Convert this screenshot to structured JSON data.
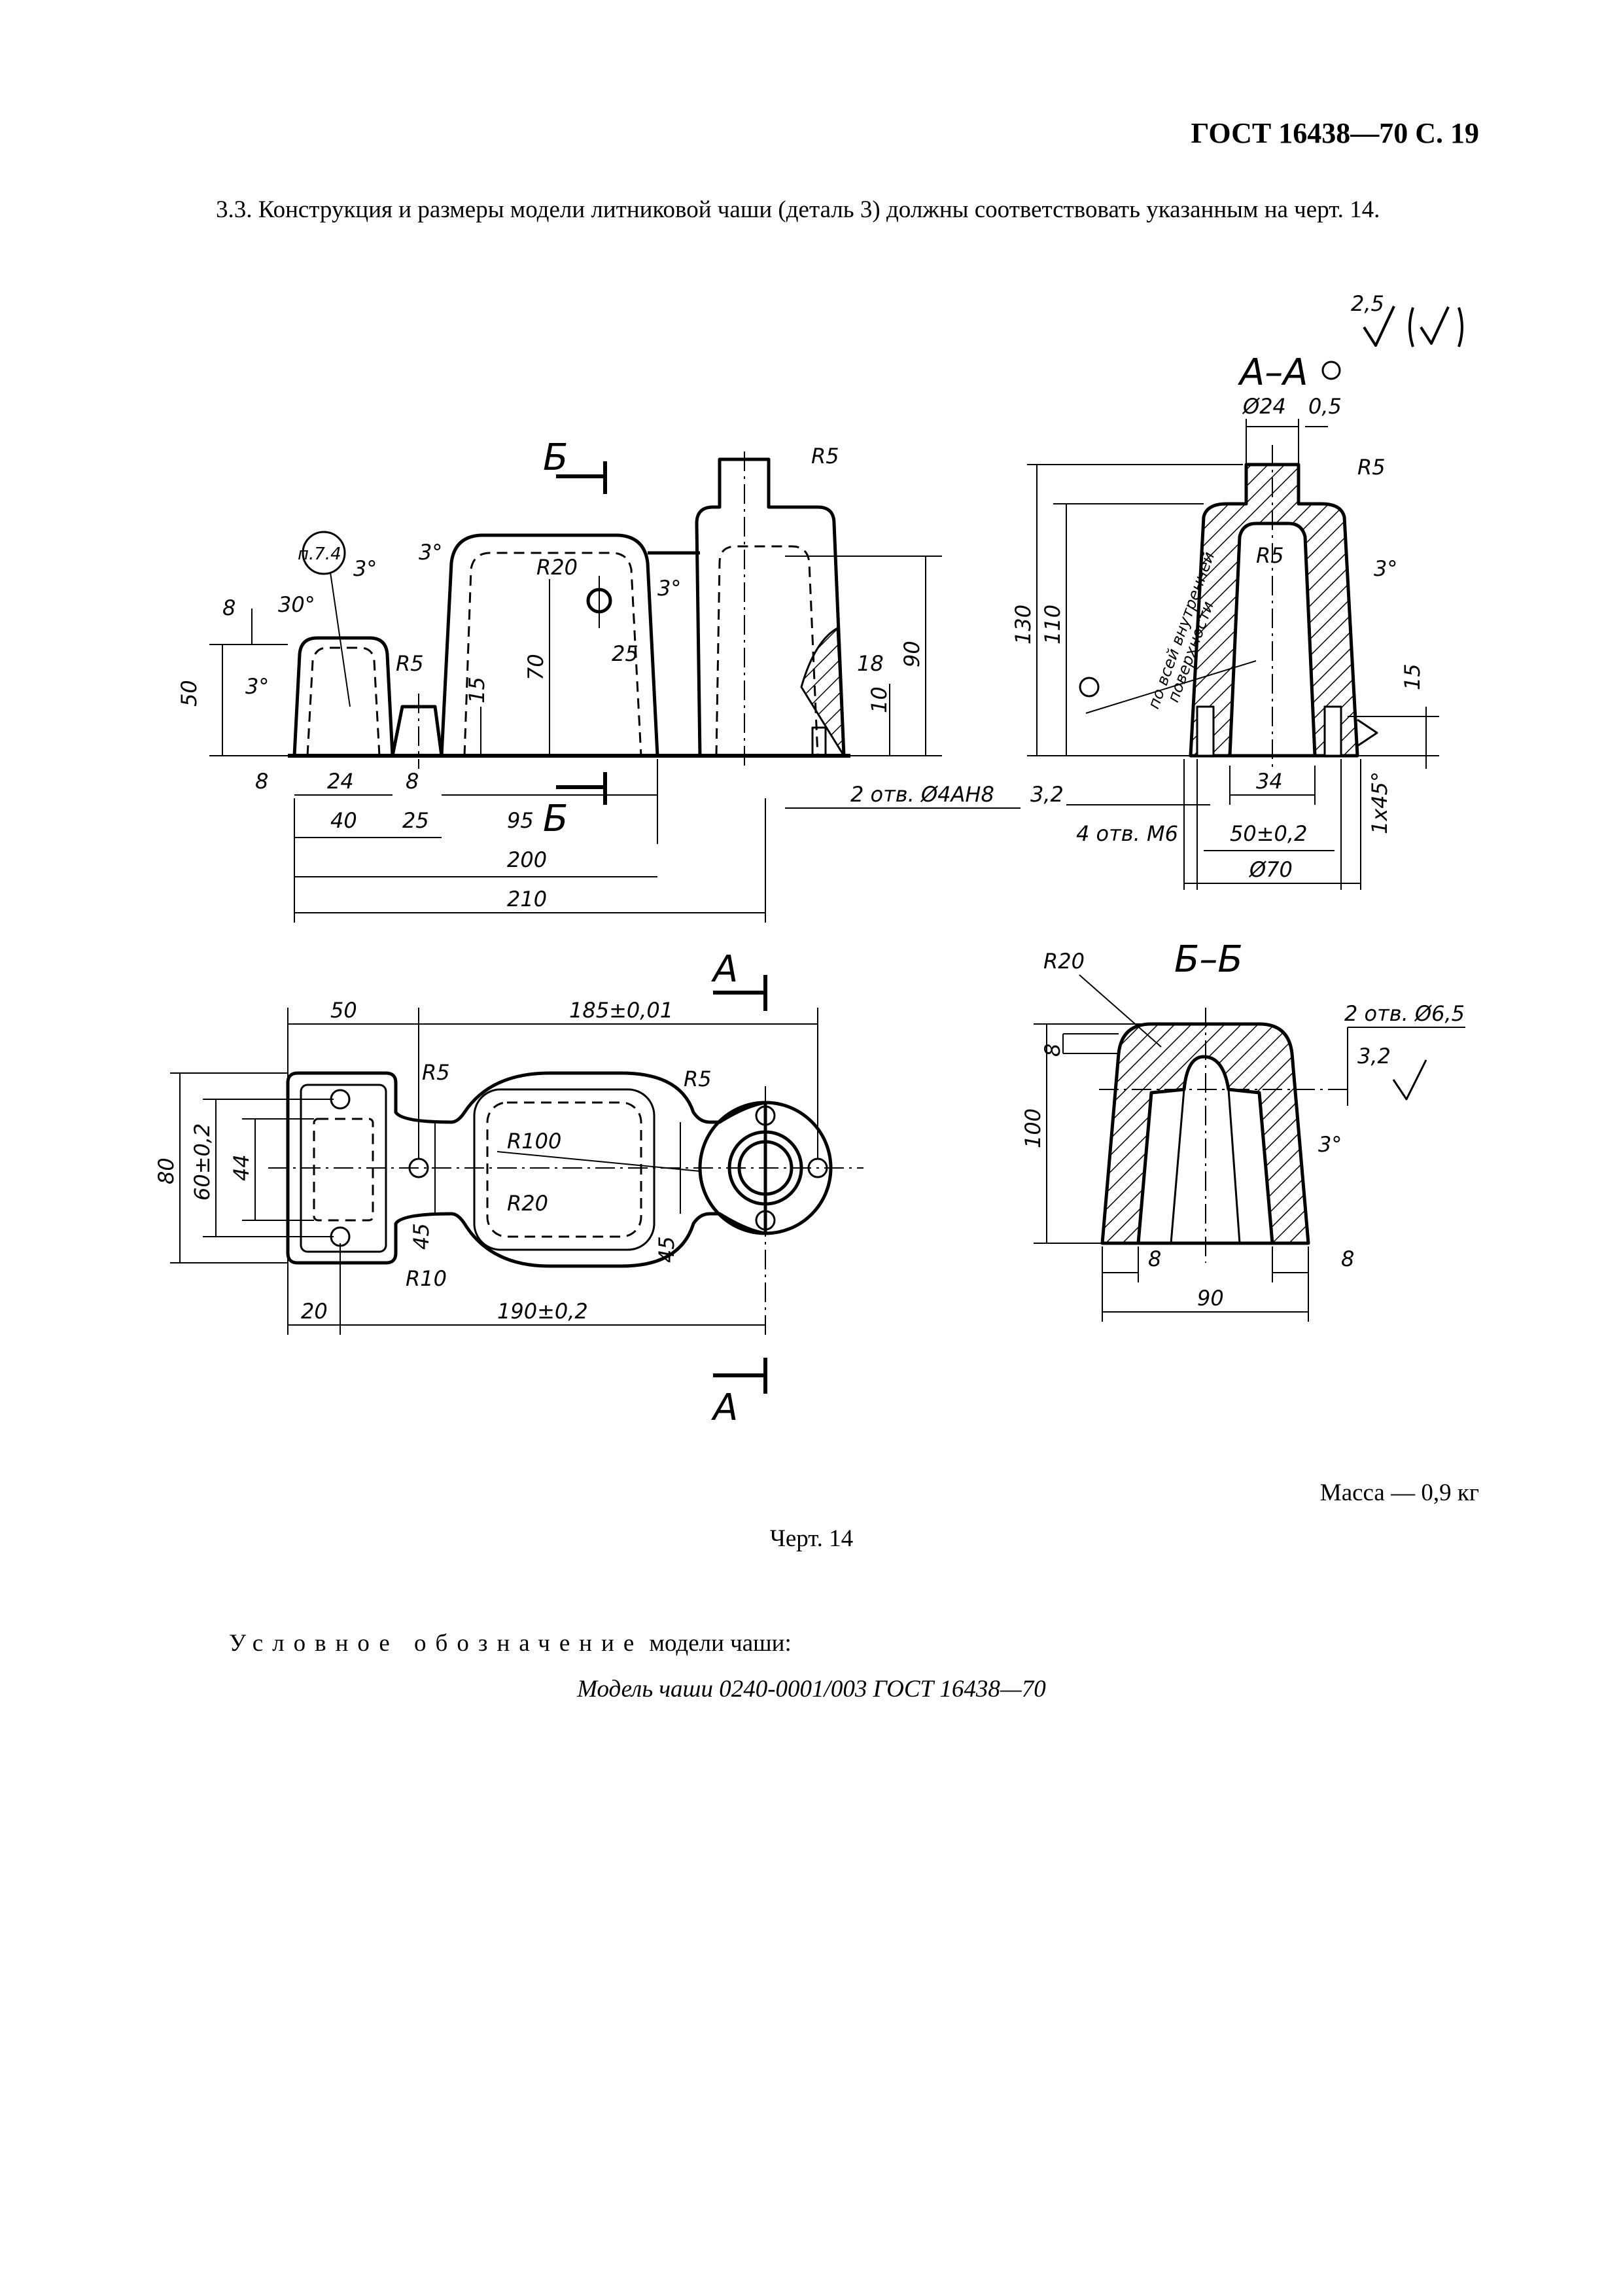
{
  "header": "ГОСТ 16438—70 С. 19",
  "paragraph": "3.3. Конструкция и размеры модели литниковой чаши (деталь 3) должны соответствовать указанным на черт. 14.",
  "drawing": {
    "roughness_general": "2,5",
    "section_aa": "А–А",
    "section_bb": "Б–Б",
    "cut_a": "А",
    "cut_b": "Б",
    "ref_note": "п.7.4",
    "inner_note_1": "по всей внутренней",
    "inner_note_2": "поверхности",
    "front_dims": [
      "8",
      "50",
      "30°",
      "3°",
      "3°",
      "3°",
      "R5",
      "R20",
      "70",
      "15",
      "25",
      "3°",
      "R5",
      "90",
      "18",
      "10",
      "8",
      "24",
      "8",
      "40",
      "25",
      "95",
      "200",
      "210",
      "2 отв. Ø4АН8"
    ],
    "aa_dims": [
      "Ø24",
      "0,5",
      "R5",
      "R5",
      "3°",
      "130",
      "110",
      "15",
      "3,2",
      "34",
      "4 отв. М6",
      "50±0,2",
      "Ø70",
      "1х45°"
    ],
    "plan_dims": [
      "50",
      "185±0,01",
      "R5",
      "R5",
      "R100",
      "R20",
      "80",
      "60±0,2",
      "44",
      "45",
      "45",
      "R10",
      "20",
      "190±0,2"
    ],
    "bb_dims": [
      "R20",
      "2 отв. Ø6,5",
      "3,2",
      "8",
      "100",
      "3°",
      "8",
      "8",
      "90"
    ]
  },
  "mass": "Масса — 0,9 кг",
  "caption": "Черт. 14",
  "designation_spaced": "Условное обозначение",
  "designation_rest": " модели чаши:",
  "model_designation": "Модель чаши 0240-0001/003 ГОСТ 16438—70"
}
